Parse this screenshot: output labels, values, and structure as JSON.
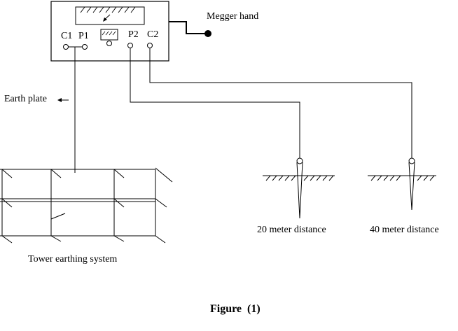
{
  "figure": {
    "caption": "Figure  (1)",
    "megger": {
      "hand_label": "Megger hand",
      "terminals": [
        "C1",
        "P1",
        "P2",
        "C2"
      ]
    },
    "earth_plate_label": "Earth plate",
    "earth_plate_arrow": "←",
    "tower_label": "Tower earthing system",
    "spikes": [
      {
        "label": "20 meter distance"
      },
      {
        "label": "40 meter distance"
      }
    ]
  }
}
